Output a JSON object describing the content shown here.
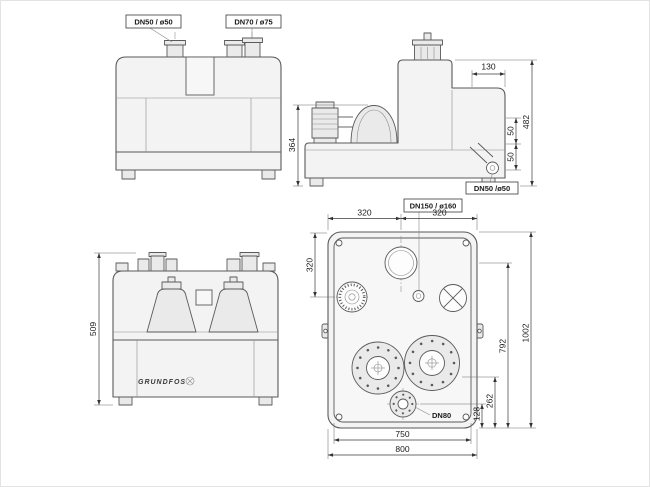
{
  "colors": {
    "background": "#ffffff",
    "line": "#5a5a5a",
    "dimension_text": "#1a1a1a",
    "fill_light": "#f3f3f3"
  },
  "views": {
    "front_top": {
      "callout_dn50": "DN50 / ø50",
      "callout_dn70": "DN70 / ø75"
    },
    "side": {
      "dim_width_top": "130",
      "dim_height_total": "482",
      "dim_height_left": "364",
      "dim_offset_upper": "50",
      "dim_offset_lower": "50",
      "callout_outlet": "DN50 /ø50"
    },
    "front_bottom": {
      "dim_height": "509",
      "brand": "GRUNDFOS"
    },
    "plan": {
      "callout_inlet": "DN150 / ø160",
      "callout_discharge": "DN80",
      "dim_top_left": "320",
      "dim_top_right": "320",
      "dim_left": "320",
      "dim_right_inner": "792",
      "dim_right_total": "1002",
      "dim_right_262": "262",
      "dim_right_128": "128",
      "dim_bottom_inner": "750",
      "dim_bottom_total": "800"
    }
  }
}
